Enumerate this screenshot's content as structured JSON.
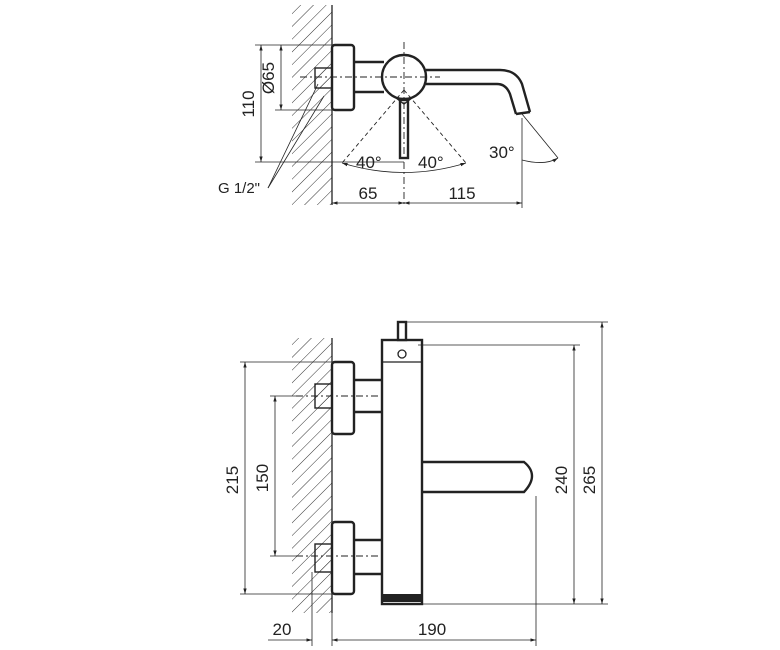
{
  "top_view": {
    "dim_height": "110",
    "dim_diameter": "Ø65",
    "dim_left": "65",
    "dim_right": "115",
    "angle_left": "40°",
    "angle_right": "40°",
    "angle_spout": "30°",
    "thread_label": "G 1/2\""
  },
  "front_view": {
    "dim_overall_height": "215",
    "dim_centers": "150",
    "dim_wall": "20",
    "dim_depth": "190",
    "dim_height_240": "240",
    "dim_height_265": "265"
  },
  "colors": {
    "line": "#222222",
    "background": "#ffffff"
  }
}
